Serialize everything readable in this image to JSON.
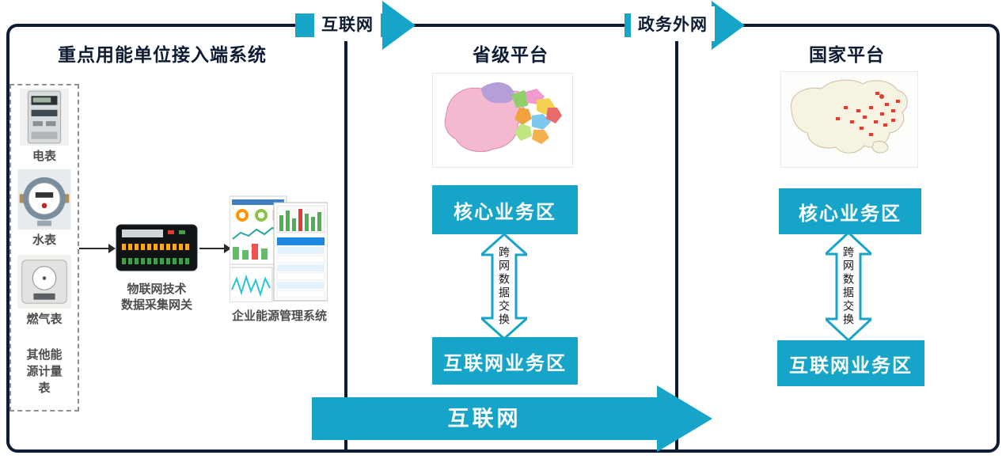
{
  "colors": {
    "teal": "#16a4c8",
    "navy": "#0e1c33"
  },
  "diagram": {
    "left": {
      "title": "重点用能单位接入端系统",
      "meter_labels": [
        "电表",
        "水表",
        "燃气表",
        "其他能源计量表"
      ],
      "gateway_label": "物联网技术\n数据采集网关",
      "ems_label": "企业能源管理系统"
    },
    "arrows": {
      "top_internet": "互联网",
      "top_gov": "政务外网",
      "bottom_internet": "互联网"
    },
    "provincial": {
      "title": "省级平台",
      "core_zone": "核心业务区",
      "cross_exchange": "跨网数据交换",
      "internet_zone": "互联网业务区"
    },
    "national": {
      "title": "国家平台",
      "core_zone": "核心业务区",
      "cross_exchange": "跨网数据交换",
      "internet_zone": "互联网业务区"
    }
  }
}
